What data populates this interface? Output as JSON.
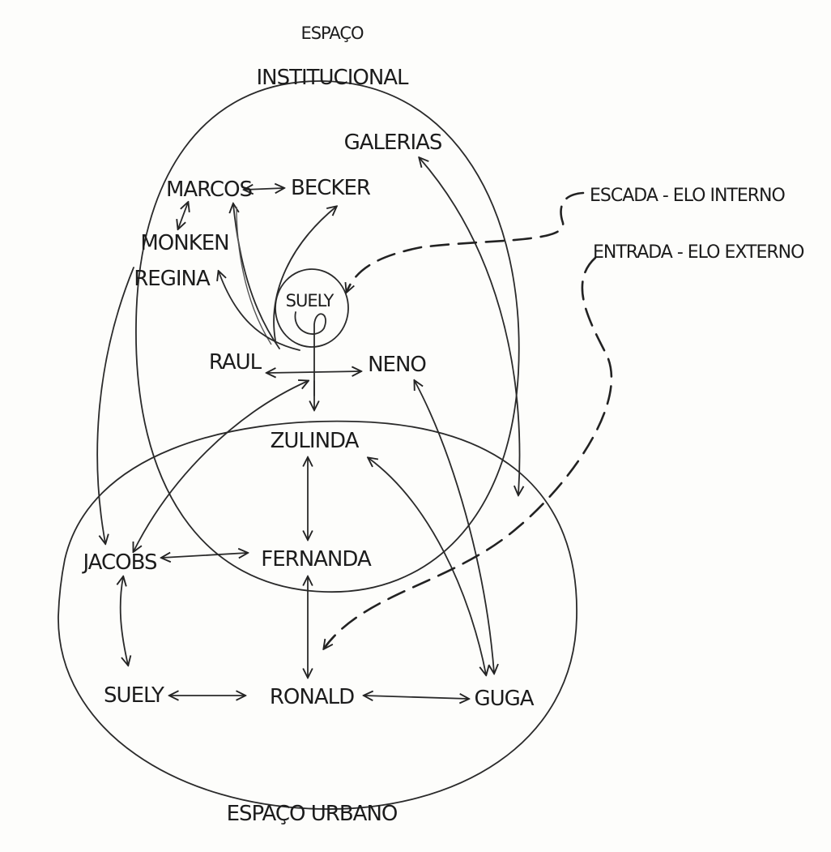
{
  "regions": {
    "institutional_line1": "ESPAÇO",
    "institutional_line2": "INSTITUCIONAL",
    "urban": "ESPAÇO URBANO"
  },
  "nodes": {
    "galerias": "GALERIAS",
    "marcos": "MARCOS",
    "becker": "BECKER",
    "monken": "MONKEN",
    "regina": "REGINA",
    "suely_center": "SUELY",
    "raul": "RAUL",
    "neno": "NENO",
    "zulinda": "ZULINDA",
    "jacobs": "JACOBS",
    "fernanda": "FERNANDA",
    "suely": "SUELY",
    "ronald": "RONALD",
    "guga": "GUGA"
  },
  "notes": {
    "internal_link": "ESCADA - ELO INTERNO",
    "external_link": "ENTRADA - ELO EXTERNO"
  }
}
